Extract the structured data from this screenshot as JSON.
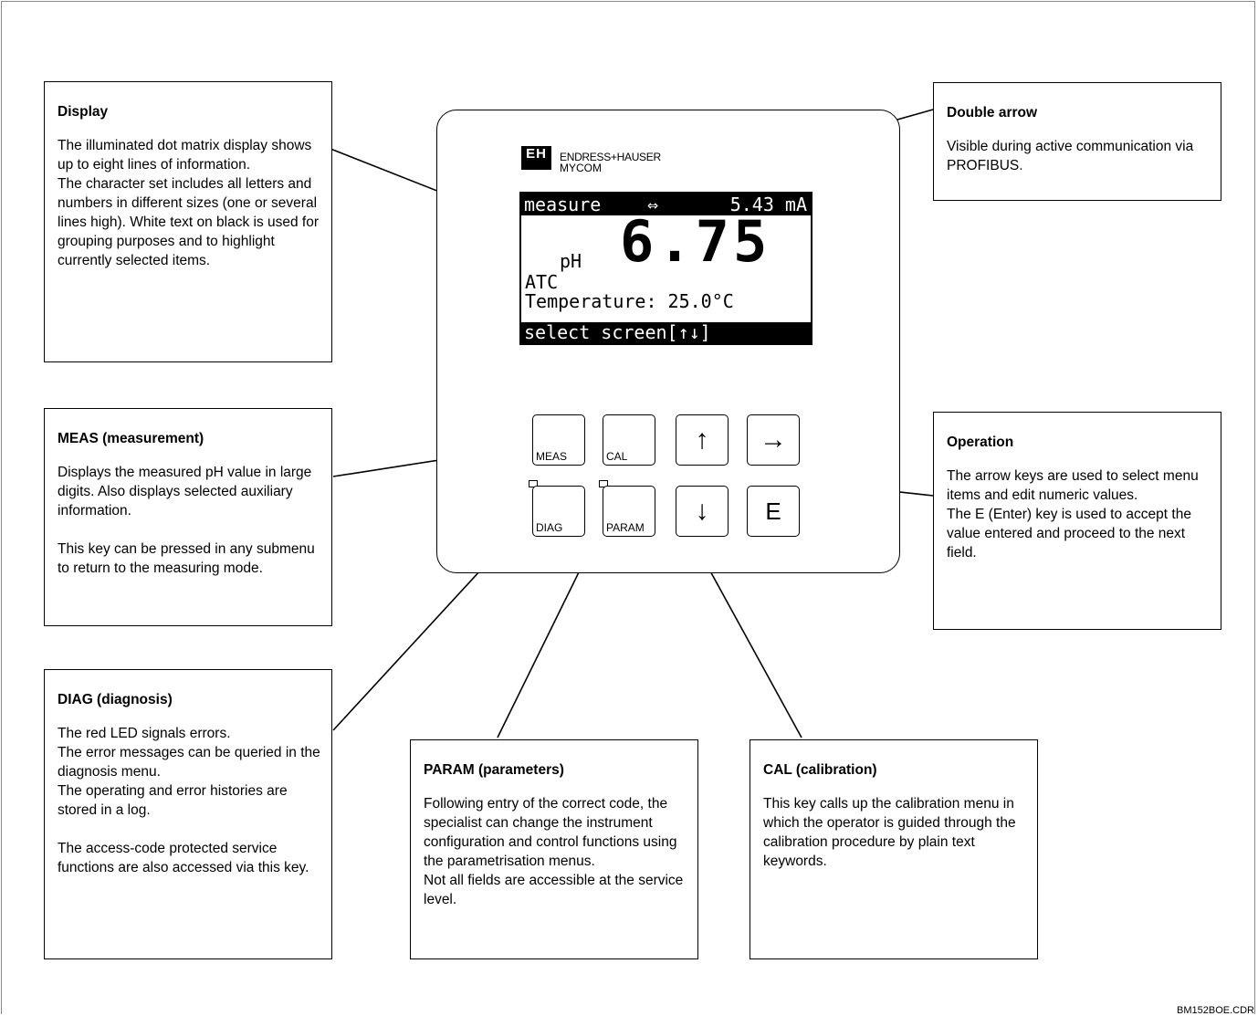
{
  "device": {
    "logo_mark": "EH",
    "brand": "ENDRESS+HAUSER",
    "model": "MYCOM"
  },
  "display": {
    "top_left": "measure",
    "top_arrow": "⇔",
    "top_right": "5.43 mA",
    "unit": "pH",
    "value": "6.75",
    "line_atc": "ATC",
    "line_temperature": "Temperature: 25.0°C",
    "bottom": "select screen[↑↓]"
  },
  "keys": {
    "meas": "MEAS",
    "cal": "CAL",
    "diag": "DIAG",
    "param": "PARAM",
    "up": "↑",
    "right": "→",
    "down": "↓",
    "enter": "E"
  },
  "callouts": {
    "display": {
      "title": "Display",
      "text": "The illuminated dot matrix display shows up to eight lines of information.\nThe character set includes all letters and numbers in different sizes (one or several lines high). White text on black is used for grouping purposes and to highlight currently selected items."
    },
    "double_arrow": {
      "title": "Double arrow",
      "text": "Visible during active communication via PROFIBUS."
    },
    "meas": {
      "title": "MEAS (measurement)",
      "text1": "Displays the measured pH value in large digits. Also displays selected auxiliary information.",
      "text2": "This key can be pressed in any submenu to return to the measuring mode."
    },
    "operation": {
      "title": "Operation",
      "text": "The arrow keys are used to select menu items and edit numeric values.\nThe E (Enter) key is used to accept the value entered and proceed to the next field."
    },
    "diag": {
      "title": "DIAG (diagnosis)",
      "text1": "The red LED signals errors.\nThe error messages can be queried in the diagnosis menu.\nThe operating and error histories are stored in a log.",
      "text2": "The access-code protected service functions are also accessed via this key."
    },
    "param": {
      "title": "PARAM (parameters)",
      "text": "Following entry of the correct code, the specialist can change the instrument configuration and control functions using the parametrisation menus.\nNot all fields are accessible at the service level."
    },
    "cal": {
      "title": "CAL (calibration)",
      "text": "This key calls up the calibration menu in which the operator is guided through the calibration procedure by plain text keywords."
    }
  },
  "footer_code": "BM152BOE.CDR"
}
